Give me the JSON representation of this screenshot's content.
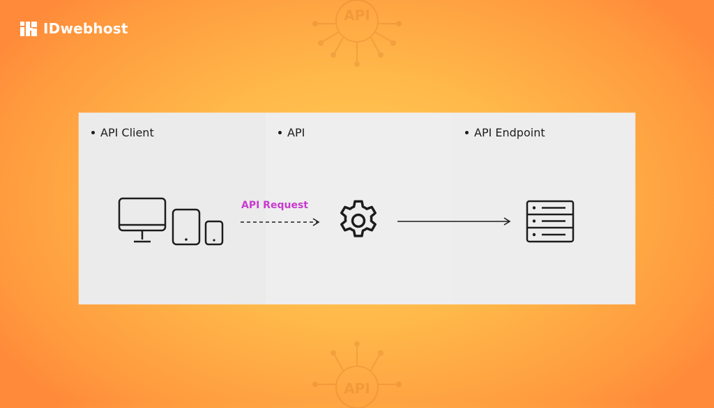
{
  "brand": {
    "name": "IDwebhost",
    "logo_icon": "idwebhost-logo-icon"
  },
  "watermark": {
    "label": "API",
    "icon": "api-network-icon"
  },
  "diagram": {
    "columns": [
      {
        "label": "API Client",
        "icon": "devices-icon"
      },
      {
        "label": "API",
        "icon": "gear-icon"
      },
      {
        "label": "API Endpoint",
        "icon": "server-icon"
      }
    ],
    "request_label": "API Request"
  },
  "colors": {
    "panel_bg": "#ededed",
    "request_label": "#c83ad0",
    "line": "#1c1c1c",
    "background_center": "#ffcf55",
    "background_edge": "#ff8a3a"
  }
}
